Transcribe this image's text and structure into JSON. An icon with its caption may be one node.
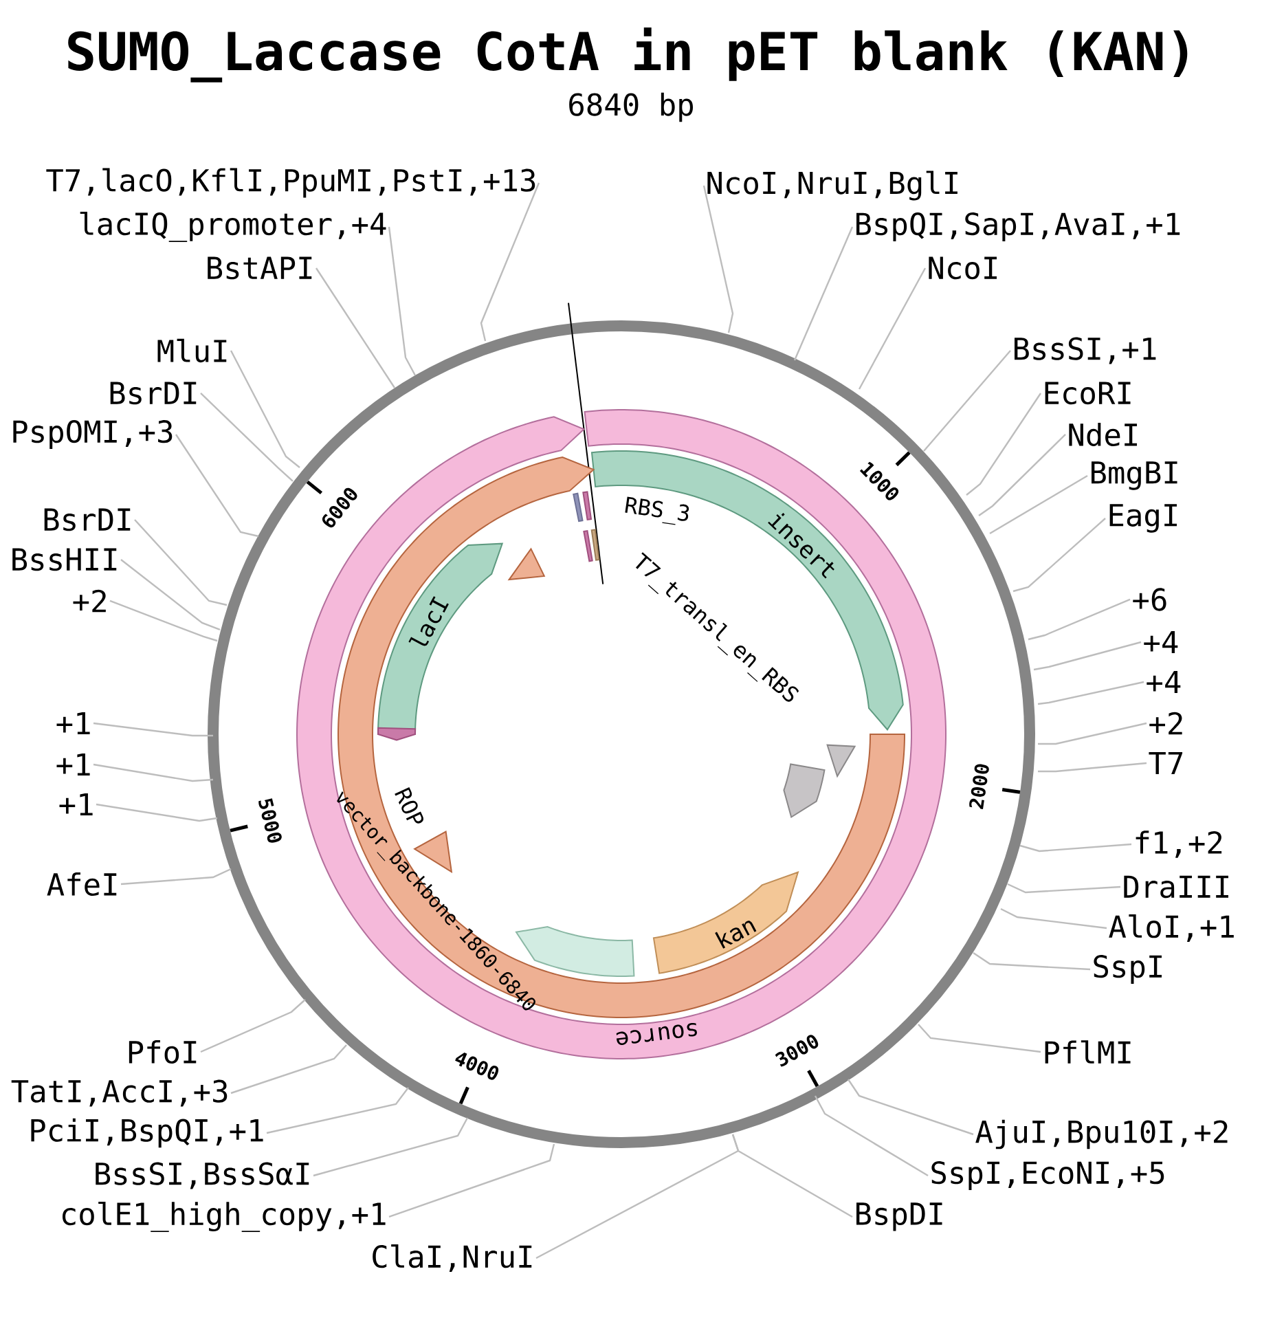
{
  "diagram": {
    "title": "SUMO_Laccase CotA in pET blank (KAN)",
    "caption": "6840 bp",
    "nodes": [
      {
        "text": [
          "T7,lacO,KflI,PpuMI,PstI,+13"
        ]
      },
      {
        "text": [
          "lacIQ_promoter,+4"
        ]
      },
      {
        "text": [
          "BstAPI"
        ]
      },
      {
        "text": [
          "MluI"
        ]
      },
      {
        "text": [
          "BsrDI"
        ]
      },
      {
        "text": [
          "PspOMI,+3"
        ]
      },
      {
        "text": [
          "BsrDI"
        ]
      },
      {
        "text": [
          "BssHII"
        ]
      },
      {
        "text": [
          "+2"
        ]
      },
      {
        "text": [
          "+1"
        ]
      },
      {
        "text": [
          "+1"
        ]
      },
      {
        "text": [
          "+1"
        ]
      },
      {
        "text": [
          "AfeI"
        ]
      },
      {
        "text": [
          "PfoI"
        ]
      },
      {
        "text": [
          "TatI,AccI,+3"
        ]
      },
      {
        "text": [
          "PciI,BspQI,+1"
        ]
      },
      {
        "text": [
          "BssSI,BssSαI"
        ]
      },
      {
        "text": [
          "colE1_high_copy,+1"
        ]
      },
      {
        "text": [
          "ClaI,NruI"
        ]
      },
      {
        "text": [
          "NcoI,NruI,BglI"
        ]
      },
      {
        "text": [
          "BspQI,SapI,AvaI,+1"
        ]
      },
      {
        "text": [
          "NcoI"
        ]
      },
      {
        "text": [
          "BssSI,+1"
        ]
      },
      {
        "text": [
          "EcoRI"
        ]
      },
      {
        "text": [
          "NdeI"
        ]
      },
      {
        "text": [
          "BmgBI"
        ]
      },
      {
        "text": [
          "EagI"
        ]
      },
      {
        "text": [
          "+6"
        ]
      },
      {
        "text": [
          "+4"
        ]
      },
      {
        "text": [
          "+4"
        ]
      },
      {
        "text": [
          "+2"
        ]
      },
      {
        "text": [
          "T7"
        ]
      },
      {
        "text": [
          "f1,+2"
        ]
      },
      {
        "text": [
          "DraIII"
        ]
      },
      {
        "text": [
          "AloI,+1"
        ]
      },
      {
        "text": [
          "SspI"
        ]
      },
      {
        "text": [
          "PflMI"
        ]
      },
      {
        "text": [
          "AjuI,Bpu10I,+2"
        ]
      },
      {
        "text": [
          "SspI,EcoNI,+5"
        ]
      },
      {
        "text": [
          "BspDI"
        ]
      },
      {
        "text": [
          "source"
        ]
      },
      {
        "text": [
          "insert"
        ]
      },
      {
        "text": [
          "vector_backbone-1860-6840"
        ]
      },
      {
        "text": [
          "RBS_3"
        ]
      },
      {
        "text": [
          "T7_transl_en_RBS"
        ]
      },
      {
        "text": [
          "lacI"
        ]
      },
      {
        "text": [
          "ROP"
        ]
      },
      {
        "text": [
          "kan"
        ]
      },
      {
        "text": [],
        "shape": "band"
      },
      {
        "text": [],
        "shape": "band"
      },
      {
        "text": [],
        "shape": "band"
      },
      {
        "text": [],
        "shape": "band"
      },
      {
        "text": [],
        "shape": "band"
      }
    ],
    "edges": [
      {
        "from": 0,
        "to": null,
        "arrow": "none"
      },
      {
        "from": 1,
        "to": null,
        "arrow": "none"
      },
      {
        "from": 2,
        "to": null,
        "arrow": "none"
      },
      {
        "from": 3,
        "to": null,
        "arrow": "none"
      },
      {
        "from": 4,
        "to": null,
        "arrow": "none"
      },
      {
        "from": 5,
        "to": null,
        "arrow": "none"
      },
      {
        "from": 6,
        "to": null,
        "arrow": "none"
      },
      {
        "from": 7,
        "to": null,
        "arrow": "none"
      },
      {
        "from": 8,
        "to": null,
        "arrow": "none"
      },
      {
        "from": 9,
        "to": null,
        "arrow": "none"
      },
      {
        "from": 10,
        "to": null,
        "arrow": "none"
      },
      {
        "from": 11,
        "to": null,
        "arrow": "none"
      },
      {
        "from": 12,
        "to": null,
        "arrow": "none"
      },
      {
        "from": 13,
        "to": null,
        "arrow": "none"
      },
      {
        "from": 14,
        "to": null,
        "arrow": "none"
      },
      {
        "from": 15,
        "to": null,
        "arrow": "none"
      },
      {
        "from": 16,
        "to": null,
        "arrow": "none"
      },
      {
        "from": 17,
        "to": null,
        "arrow": "none"
      },
      {
        "from": 18,
        "to": null,
        "arrow": "none"
      },
      {
        "from": 19,
        "to": null,
        "arrow": "none"
      },
      {
        "from": 20,
        "to": null,
        "arrow": "none"
      },
      {
        "from": 21,
        "to": null,
        "arrow": "none"
      },
      {
        "from": 22,
        "to": null,
        "arrow": "none"
      },
      {
        "from": 23,
        "to": null,
        "arrow": "none"
      },
      {
        "from": 24,
        "to": null,
        "arrow": "none"
      },
      {
        "from": 25,
        "to": null,
        "arrow": "none"
      },
      {
        "from": 26,
        "to": null,
        "arrow": "none"
      },
      {
        "from": 27,
        "to": null,
        "arrow": "none"
      },
      {
        "from": 28,
        "to": null,
        "arrow": "none"
      },
      {
        "from": 29,
        "to": null,
        "arrow": "none"
      },
      {
        "from": 30,
        "to": null,
        "arrow": "none"
      },
      {
        "from": 31,
        "to": null,
        "arrow": "none"
      },
      {
        "from": 32,
        "to": null,
        "arrow": "none"
      },
      {
        "from": 33,
        "to": null,
        "arrow": "none"
      },
      {
        "from": 34,
        "to": null,
        "arrow": "none"
      },
      {
        "from": 35,
        "to": null,
        "arrow": "none"
      },
      {
        "from": 36,
        "to": null,
        "arrow": "none"
      },
      {
        "from": 37,
        "to": null,
        "arrow": "none"
      },
      {
        "from": 38,
        "to": null,
        "arrow": "none"
      },
      {
        "from": 39,
        "to": null,
        "arrow": "none"
      }
    ],
    "labels": [
      "1000",
      "2000",
      "3000",
      "4000",
      "5000",
      "6000"
    ]
  }
}
